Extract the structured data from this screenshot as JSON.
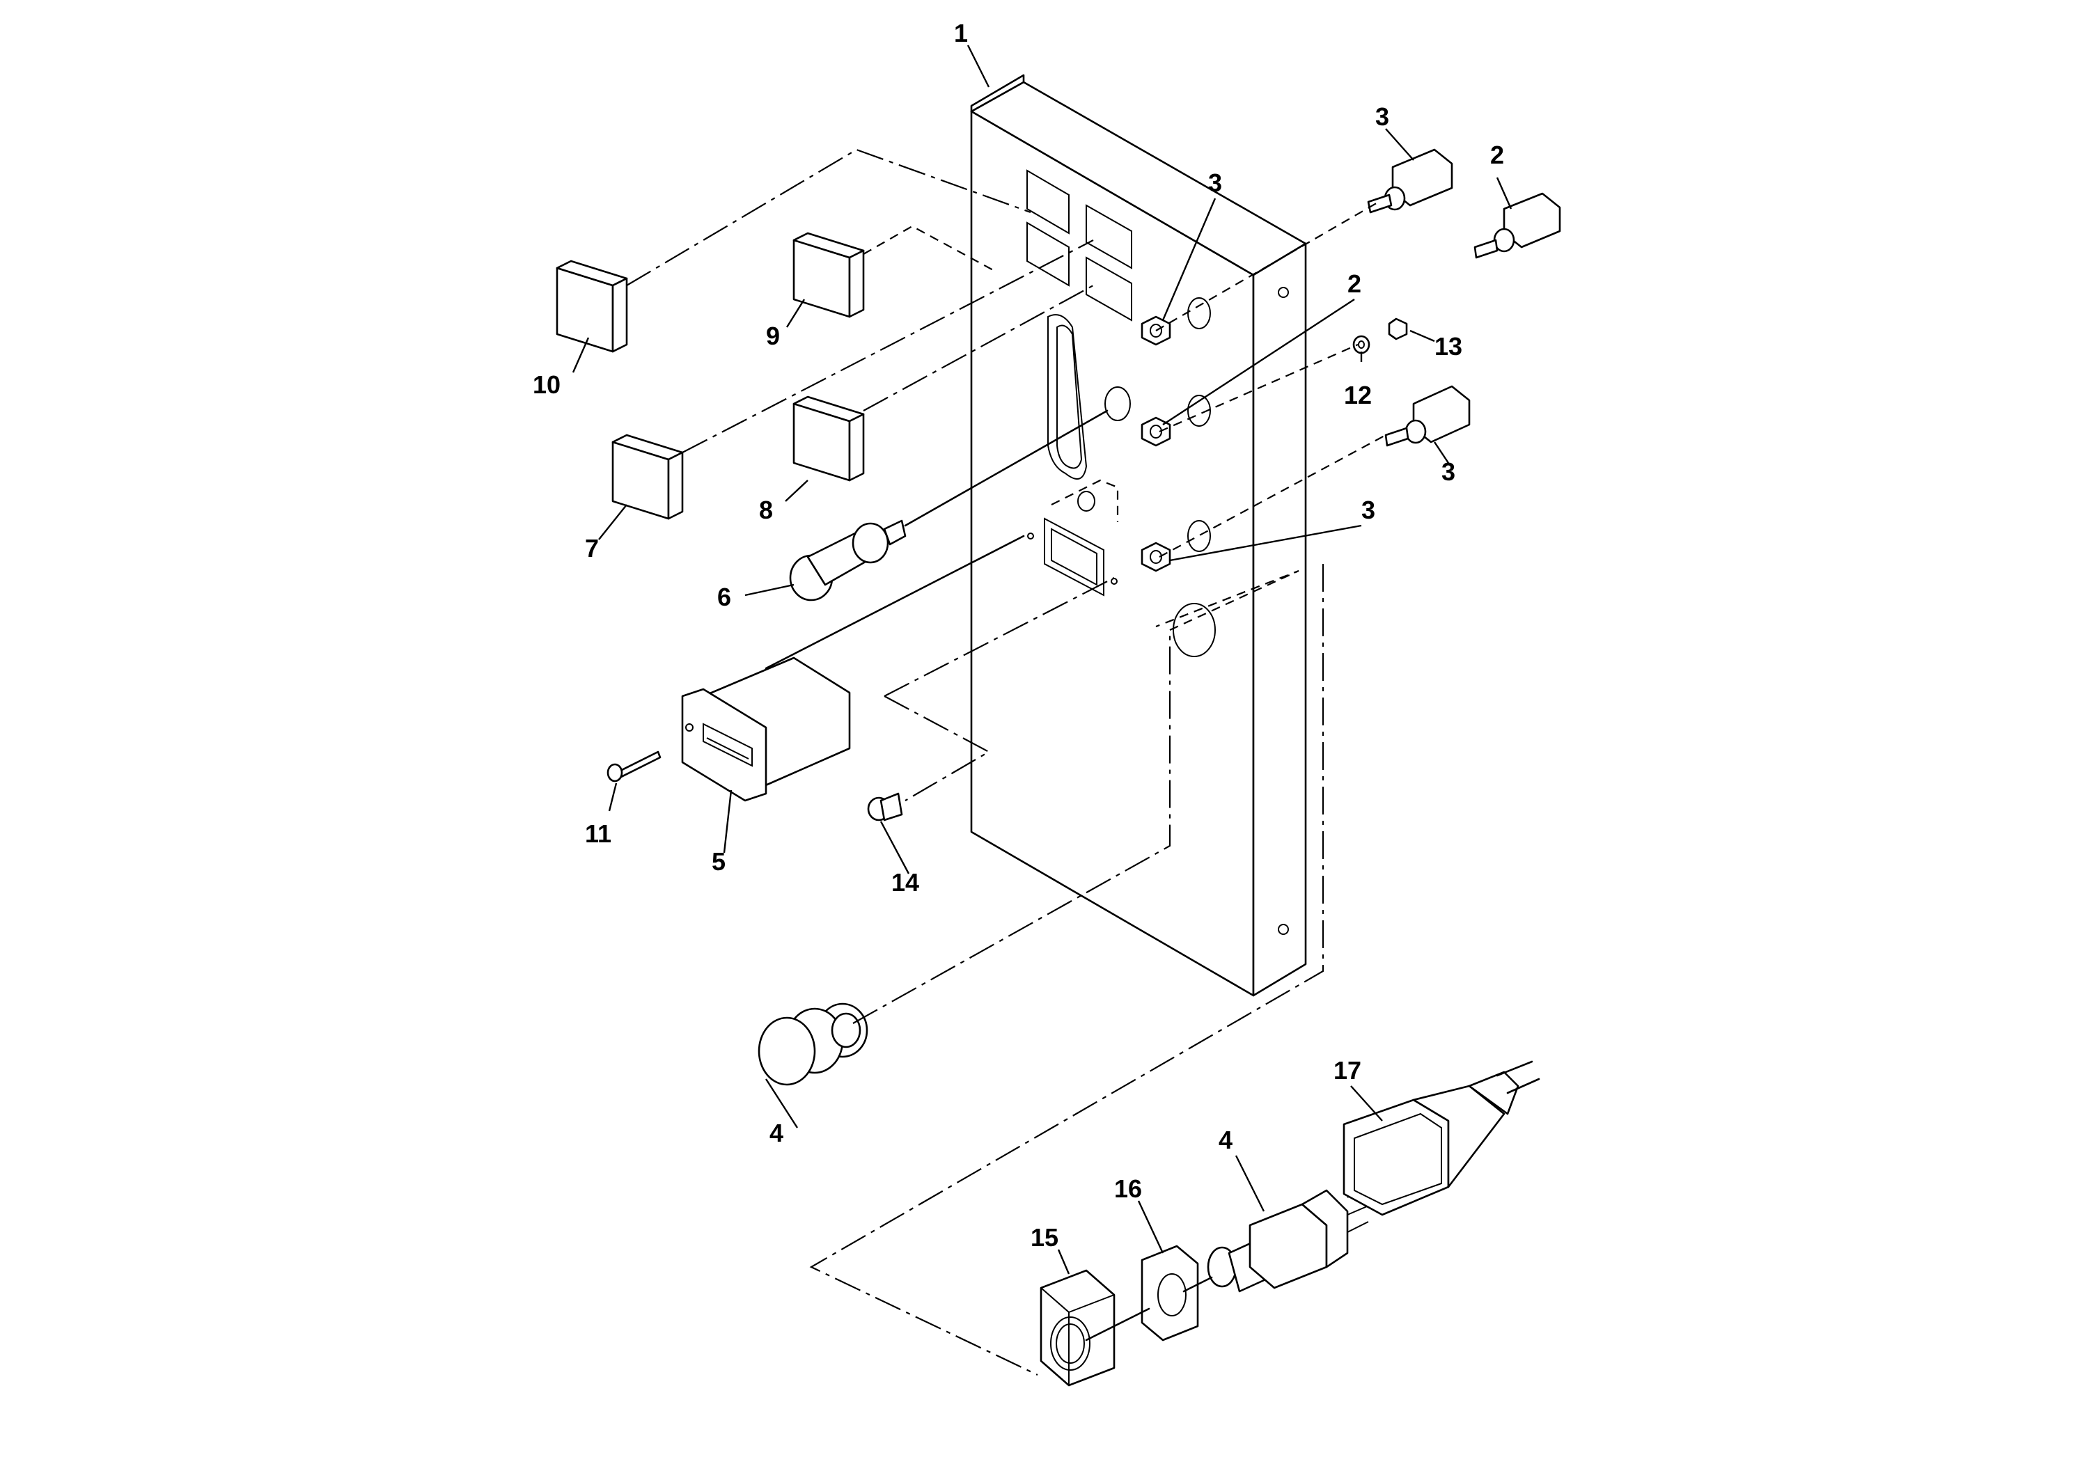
{
  "callouts": [
    {
      "id": "c1",
      "text": "1"
    },
    {
      "id": "c2a",
      "text": "2"
    },
    {
      "id": "c2b",
      "text": "2"
    },
    {
      "id": "c3a",
      "text": "3"
    },
    {
      "id": "c3b",
      "text": "3"
    },
    {
      "id": "c3c",
      "text": "3"
    },
    {
      "id": "c3d",
      "text": "3"
    },
    {
      "id": "c4a",
      "text": "4"
    },
    {
      "id": "c4b",
      "text": "4"
    },
    {
      "id": "c5",
      "text": "5"
    },
    {
      "id": "c6",
      "text": "6"
    },
    {
      "id": "c7",
      "text": "7"
    },
    {
      "id": "c8",
      "text": "8"
    },
    {
      "id": "c9",
      "text": "9"
    },
    {
      "id": "c10",
      "text": "10"
    },
    {
      "id": "c11",
      "text": "11"
    },
    {
      "id": "c12",
      "text": "12"
    },
    {
      "id": "c13",
      "text": "13"
    },
    {
      "id": "c14",
      "text": "14"
    },
    {
      "id": "c15",
      "text": "15"
    },
    {
      "id": "c16",
      "text": "16"
    },
    {
      "id": "c17",
      "text": "17"
    }
  ]
}
